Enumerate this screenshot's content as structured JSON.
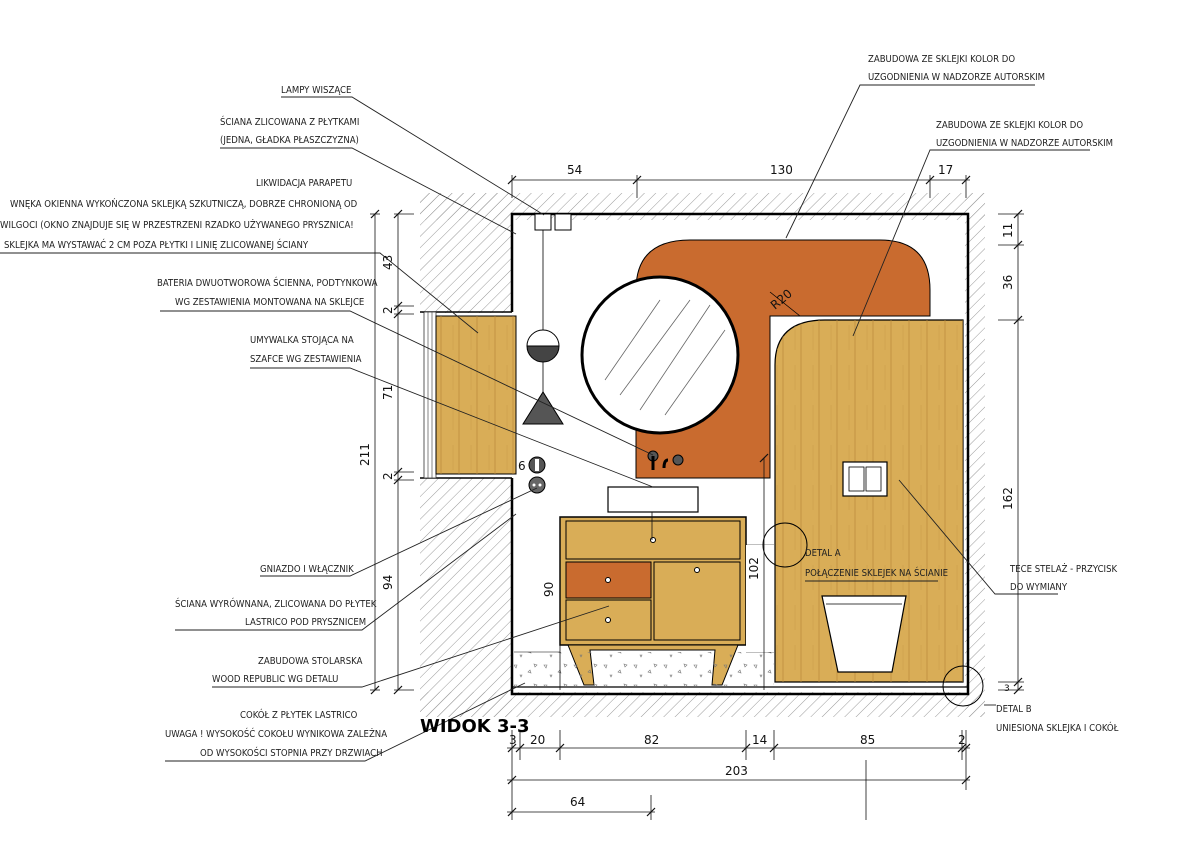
{
  "title": "WIDOK 3-3",
  "colors": {
    "plywood": "#d9ad57",
    "plywood_line": "#b8883a",
    "terracotta": "#c96b2f",
    "wall_hatch": "#9a9a9a",
    "line": "#000000"
  },
  "labels": {
    "lampy": "LAMPY WISZĄCE",
    "sciana_zlicowana_1": "ŚCIANA ZLICOWANA Z PŁYTKAMI",
    "sciana_zlicowana_2": "(JEDNA, GŁADKA PŁASZCZYZNA)",
    "parapet_1": "LIKWIDACJA PARAPETU",
    "parapet_2": "WNĘKA OKIENNA WYKOŃCZONA SKLEJKĄ SZKUTNICZĄ, DOBRZE CHRONIONĄ OD",
    "parapet_3": "WILGOCI (OKNO ZNAJDUJE SIĘ W PRZESTRZENI RZADKO UŻYWANEGO PRYSZNICA!",
    "parapet_4": "SKLEJKA MA WYSTAWAĆ 2 CM POZA PŁYTKI I LINIĘ ZLICOWANEJ ŚCIANY",
    "bateria_1": "BATERIA DWUOTWOROWA ŚCIENNA, PODTYNKOWA",
    "bateria_2": "WG ZESTAWIENIA MONTOWANA NA SKLEJCE",
    "umywalka_1": "UMYWALKA STOJĄCA NA",
    "umywalka_2": "SZAFCE WG ZESTAWIENIA",
    "gniazdo": "GNIAZDO I WŁĄCZNIK",
    "sciana_wyrownana_1": "ŚCIANA WYRÓWNANA, ZLICOWANA DO PŁYTEK",
    "sciana_wyrownana_2": "LASTRICO POD PRYSZNICEM",
    "zabudowa_stol_1": "ZABUDOWA STOLARSKA",
    "zabudowa_stol_2": "WOOD REPUBLIC WG DETALU",
    "cokol_1": "COKÓŁ Z PŁYTEK LASTRICO",
    "cokol_2": "UWAGA ! WYSOKOŚĆ COKOŁU WYNIKOWA ZALEŻNA",
    "cokol_3": "OD WYSOKOŚCI STOPNIA PRZY DRZWIACH",
    "zabudowa_top_1": "ZABUDOWA ZE SKLEJKI KOLOR DO",
    "zabudowa_top_2": "UZGODNIENIA W NADZORZE AUTORSKIM",
    "zabudowa_right_1": "ZABUDOWA ZE SKLEJKI KOLOR DO",
    "zabudowa_right_2": "UZGODNIENIA W NADZORZE AUTORSKIM",
    "tece_1": "TECE STELAŻ - PRZYCISK",
    "tece_2": "DO WYMIANY",
    "detal_a_1": "DETAL A",
    "detal_a_2": "POŁĄCZENIE SKLEJEK NA ŚCIANIE",
    "detal_b_1": "DETAL B",
    "detal_b_2": "UNIESIONA SKLEJKA I COKÓŁ",
    "radius": "R20"
  },
  "dimensions": {
    "top": [
      "54",
      "130",
      "17"
    ],
    "bottom": [
      "3",
      "20",
      "82",
      "14",
      "85",
      "2"
    ],
    "total": "203",
    "sub": "64",
    "left_total": "211",
    "left": [
      "43",
      "2",
      "71",
      "2",
      "94"
    ],
    "left_small": "6",
    "right": [
      "11",
      "36",
      "162",
      "3"
    ],
    "cabinet_h": "90",
    "panel_h": "102"
  }
}
